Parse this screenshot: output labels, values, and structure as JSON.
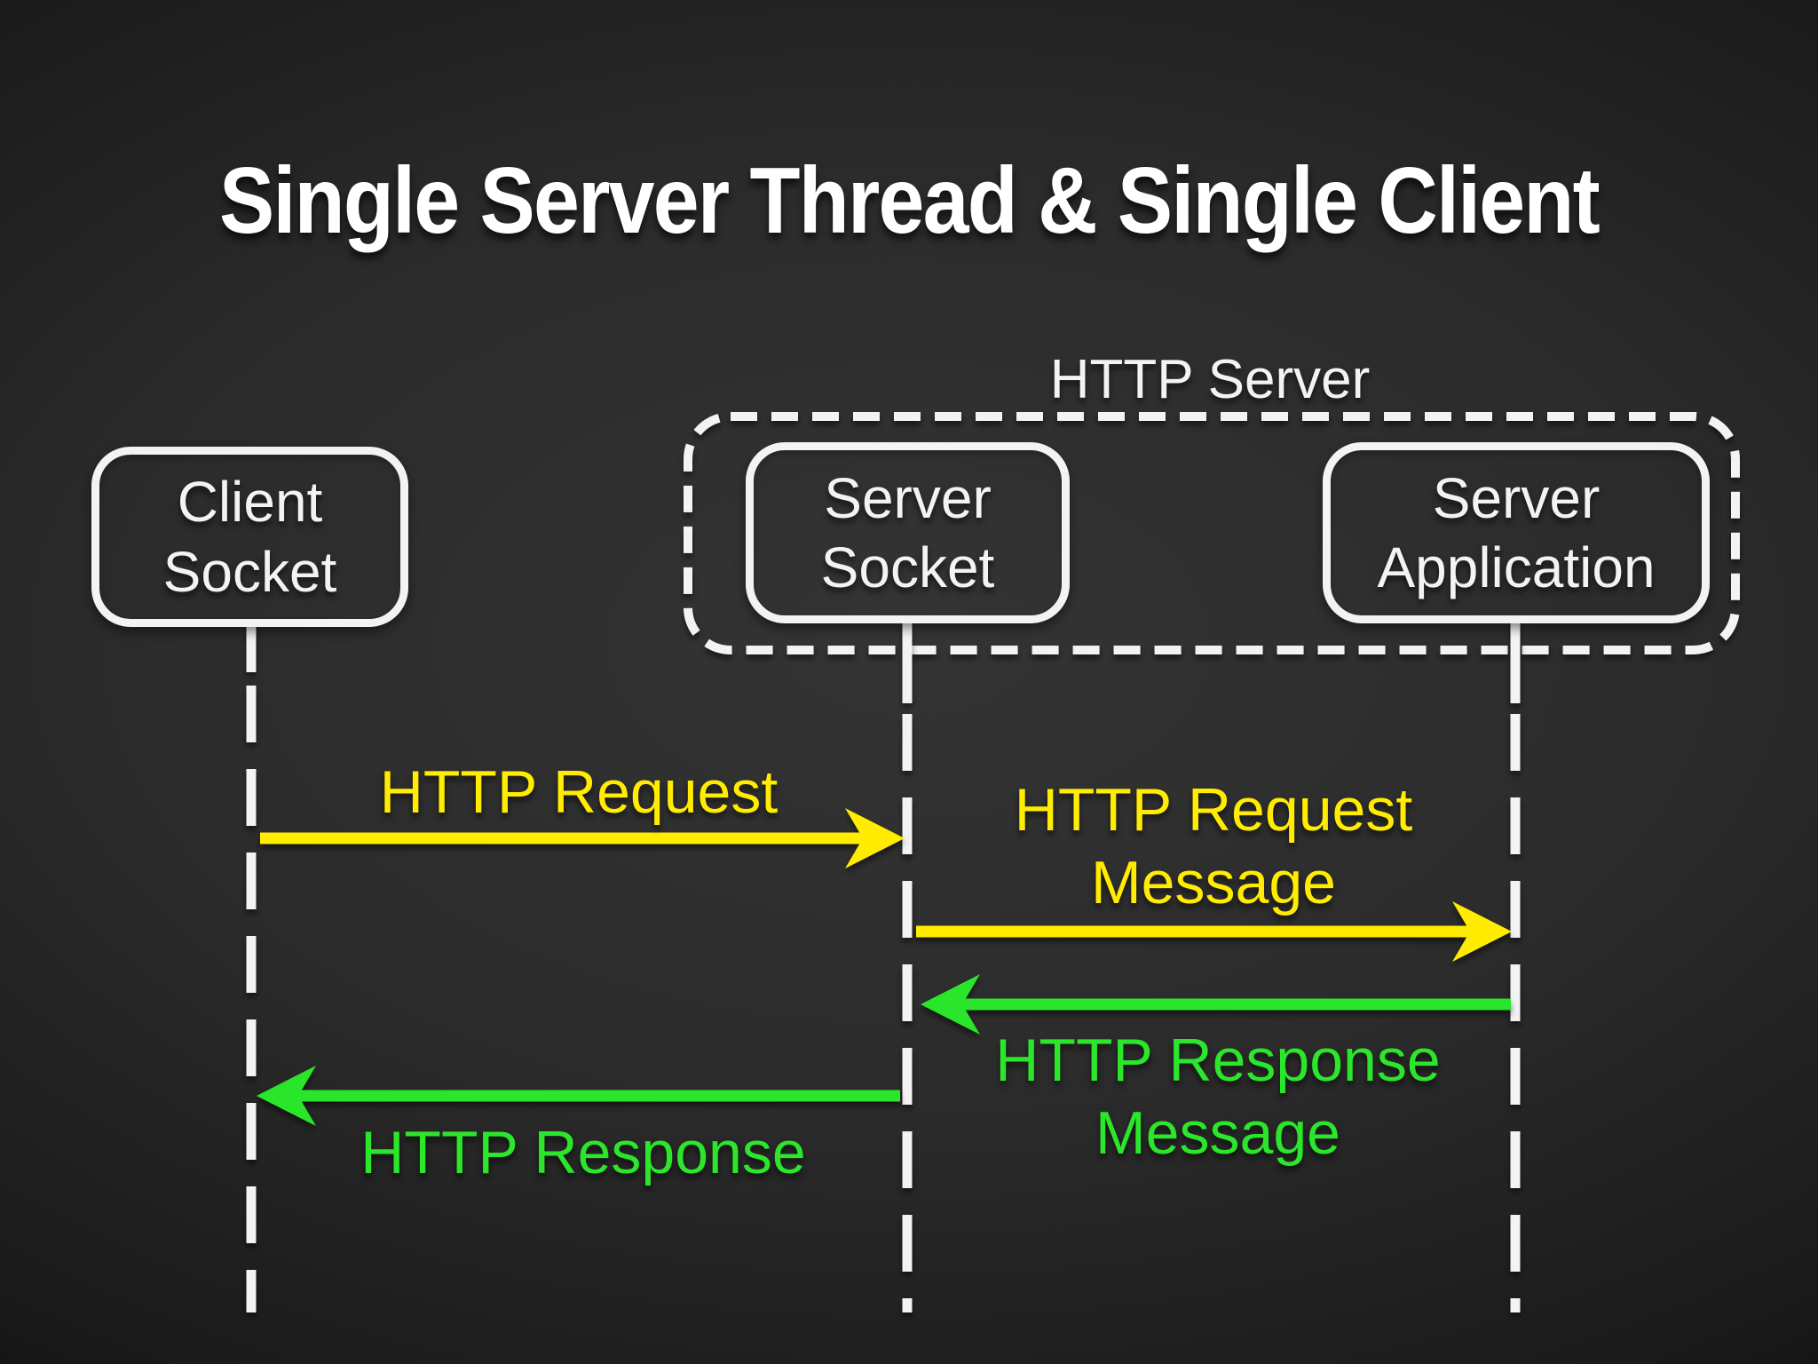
{
  "title": "Single Server Thread & Single Client",
  "diagram": {
    "server_group": {
      "label": "HTTP Server",
      "style": "dashed-rounded-outline",
      "contains": [
        "Server Socket",
        "Server Application"
      ]
    },
    "actors": [
      {
        "id": "client-socket",
        "label": "Client Socket"
      },
      {
        "id": "server-socket",
        "label": "Server Socket"
      },
      {
        "id": "server-application",
        "label": "Server Application"
      }
    ],
    "messages": [
      {
        "label": "HTTP Request",
        "from": "Client Socket",
        "to": "Server Socket",
        "direction": "right",
        "color": "#ffec00",
        "label_position": "above"
      },
      {
        "label": "HTTP Request Message",
        "from": "Server Socket",
        "to": "Server Application",
        "direction": "right",
        "color": "#ffec00",
        "label_position": "above"
      },
      {
        "label": "HTTP Response Message",
        "from": "Server Application",
        "to": "Server Socket",
        "direction": "left",
        "color": "#2ce62c",
        "label_position": "below"
      },
      {
        "label": "HTTP Response",
        "from": "Server Socket",
        "to": "Client Socket",
        "direction": "left",
        "color": "#2ce62c",
        "label_position": "below"
      }
    ]
  },
  "colors": {
    "background_center": "#343434",
    "background_edge": "#000000",
    "line_white": "#f3f3f3",
    "title_white": "#ffffff",
    "accent_yellow": "#ffec00",
    "accent_green": "#2ce62c"
  }
}
